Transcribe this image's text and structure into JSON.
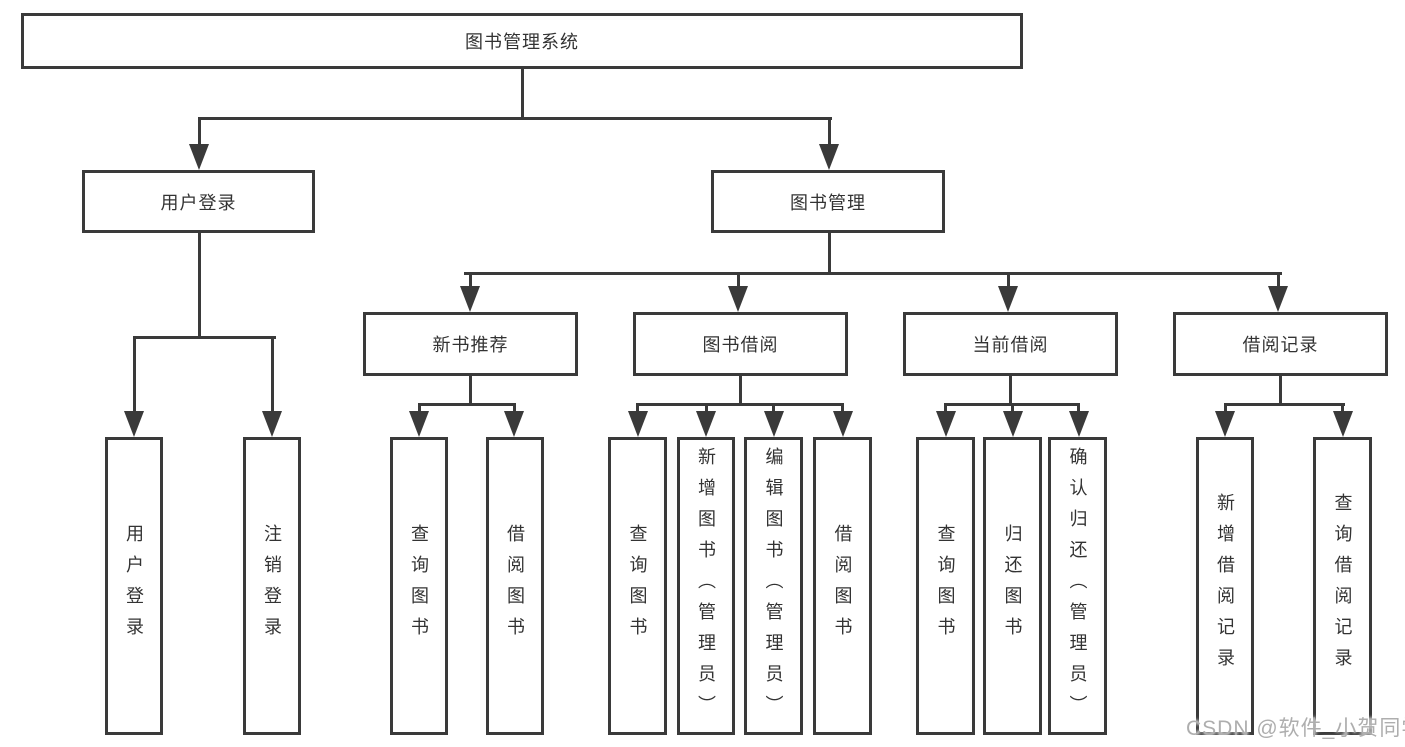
{
  "nodes": {
    "root": {
      "label": "图书管理系统"
    },
    "level2": [
      {
        "id": "user-login",
        "label": "用户登录"
      },
      {
        "id": "book-management",
        "label": "图书管理"
      }
    ],
    "level3": [
      {
        "id": "new-book-recommend",
        "parent": "book-management",
        "label": "新书推荐"
      },
      {
        "id": "book-borrow",
        "parent": "book-management",
        "label": "图书借阅"
      },
      {
        "id": "current-borrow",
        "parent": "book-management",
        "label": "当前借阅"
      },
      {
        "id": "borrow-records",
        "parent": "book-management",
        "label": "借阅记录"
      }
    ],
    "leaves": [
      {
        "parent": "user-login",
        "label": "用户登录"
      },
      {
        "parent": "user-login",
        "label": "注销登录"
      },
      {
        "parent": "new-book-recommend",
        "label": "查询图书"
      },
      {
        "parent": "new-book-recommend",
        "label": "借阅图书"
      },
      {
        "parent": "book-borrow",
        "label": "查询图书"
      },
      {
        "parent": "book-borrow",
        "label": "新增图书（管理员）"
      },
      {
        "parent": "book-borrow",
        "label": "编辑图书（管理员）"
      },
      {
        "parent": "book-borrow",
        "label": "借阅图书"
      },
      {
        "parent": "current-borrow",
        "label": "查询图书"
      },
      {
        "parent": "current-borrow",
        "label": "归还图书"
      },
      {
        "parent": "current-borrow",
        "label": "确认归还（管理员）"
      },
      {
        "parent": "borrow-records",
        "label": "新增借阅记录"
      },
      {
        "parent": "borrow-records",
        "label": "查询借阅记录"
      }
    ]
  },
  "watermark": {
    "text": "CSDN @软件_小贺同学"
  },
  "colors": {
    "line": "#3a3a3a",
    "box_border": "#3a3a3a",
    "box_background": "#ffffff",
    "text": "#333333",
    "watermark": "#aeaeae",
    "page_background": "#ffffff"
  }
}
